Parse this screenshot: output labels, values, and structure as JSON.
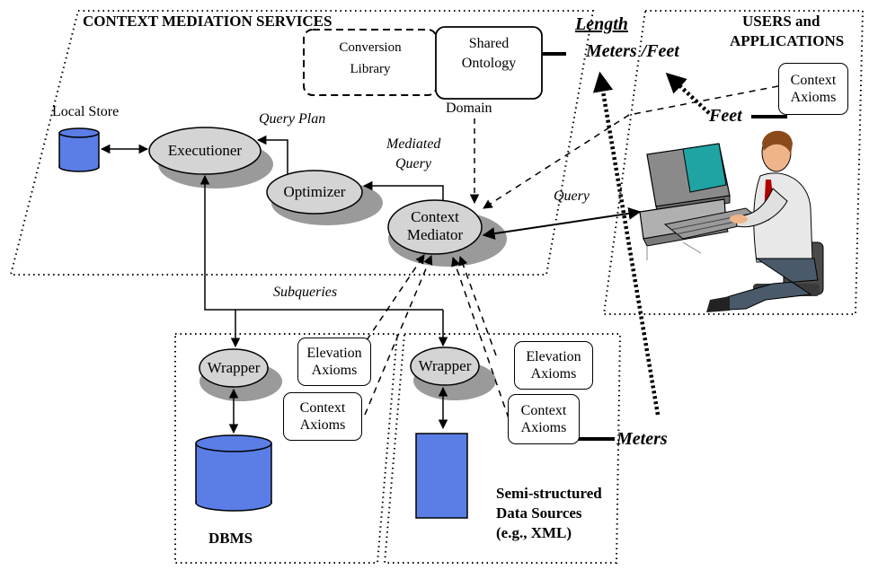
{
  "regions": {
    "cms_title": "CONTEXT MEDIATION SERVICES",
    "users_title_line1": "USERS and",
    "users_title_line2": "APPLICATIONS",
    "semi_title_line1": "Semi-structured",
    "semi_title_line2": "Data Sources",
    "semi_title_line3": "(e.g., XML)",
    "dbms": "DBMS"
  },
  "nodes": {
    "executioner": "Executioner",
    "optimizer": "Optimizer",
    "context_mediator_line1": "Context",
    "context_mediator_line2": "Mediator",
    "wrapper_left": "Wrapper",
    "wrapper_right": "Wrapper",
    "local_store": "Local Store",
    "conversion_library_line1": "Conversion",
    "conversion_library_line2": "Library",
    "shared_ontology_line1": "Shared",
    "shared_ontology_line2": "Ontology",
    "domain": "Domain"
  },
  "axiom_boxes": {
    "user_context_line1": "Context",
    "user_context_line2": "Axioms",
    "elev_left_line1": "Elevation",
    "elev_left_line2": "Axioms",
    "ctx_left_line1": "Context",
    "ctx_left_line2": "Axioms",
    "elev_right_line1": "Elevation",
    "elev_right_line2": "Axioms",
    "ctx_right_line1": "Context",
    "ctx_right_line2": "Axioms"
  },
  "flow_labels": {
    "query_plan": "Query Plan",
    "mediated_query_line1": "Mediated",
    "mediated_query_line2": "Query",
    "query": "Query",
    "subqueries": "Subqueries"
  },
  "semantics": {
    "length": "Length",
    "meters_feet": "Meters /Feet",
    "feet": "Feet",
    "meters": "Meters"
  },
  "colors": {
    "node_fill": "#d4d4d4",
    "node_shadow": "#9a9a9a",
    "store_fill": "#5a7ee6"
  }
}
